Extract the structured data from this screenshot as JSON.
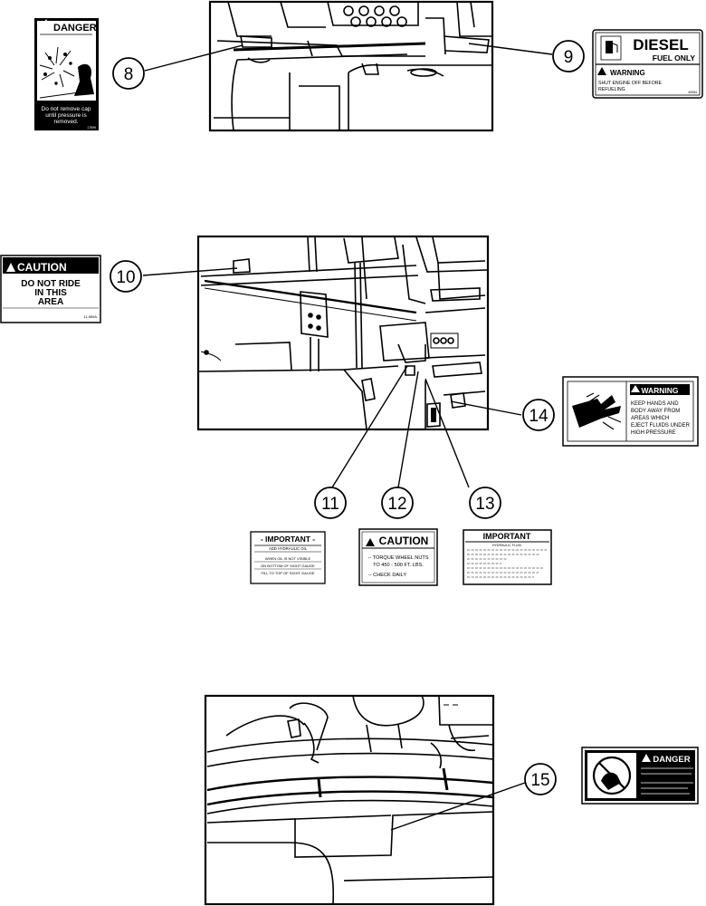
{
  "decals": {
    "d8": {
      "header": "DANGER",
      "lines": [
        "Do not remove cap",
        "until pressure is",
        "removed."
      ],
      "code": "17599"
    },
    "d9": {
      "title": "DIESEL",
      "subtitle": "FUEL ONLY",
      "warning": "WARNING",
      "lines": [
        "SHUT ENGINE OFF BEFORE",
        "REFUELING"
      ],
      "code": "40954"
    },
    "d10": {
      "header": "CAUTION",
      "lines": [
        "DO NOT RIDE",
        "IN THIS",
        "AREA"
      ],
      "code": "11 969A"
    },
    "d11": {
      "title": "- IMPORTANT -",
      "lines": [
        "ADD HYDRAULIC OIL",
        "WHEN OIL IS NOT VISIBLE",
        "ON BOTTOM OF SIGHT GAUGE",
        "FILL TO TOP OF SIGHT GAUGE"
      ]
    },
    "d12": {
      "header": "CAUTION",
      "lines": [
        "-- TORQUE WHEEL NUTS",
        "TO 450 - 500 FT. LBS.",
        "-- CHECK DAILY"
      ]
    },
    "d13": {
      "title": "IMPORTANT",
      "subtitle": "HYDRAULIC FLUID"
    },
    "d14": {
      "header": "WARNING",
      "lines": [
        "KEEP HANDS AND",
        "BODY AWAY FROM",
        "AREAS WHICH",
        "EJECT FLUIDS UNDER",
        "HIGH PRESSURE"
      ]
    },
    "d15": {
      "header": "DANGER"
    }
  },
  "callouts": [
    "8",
    "9",
    "10",
    "11",
    "12",
    "13",
    "14",
    "15"
  ]
}
